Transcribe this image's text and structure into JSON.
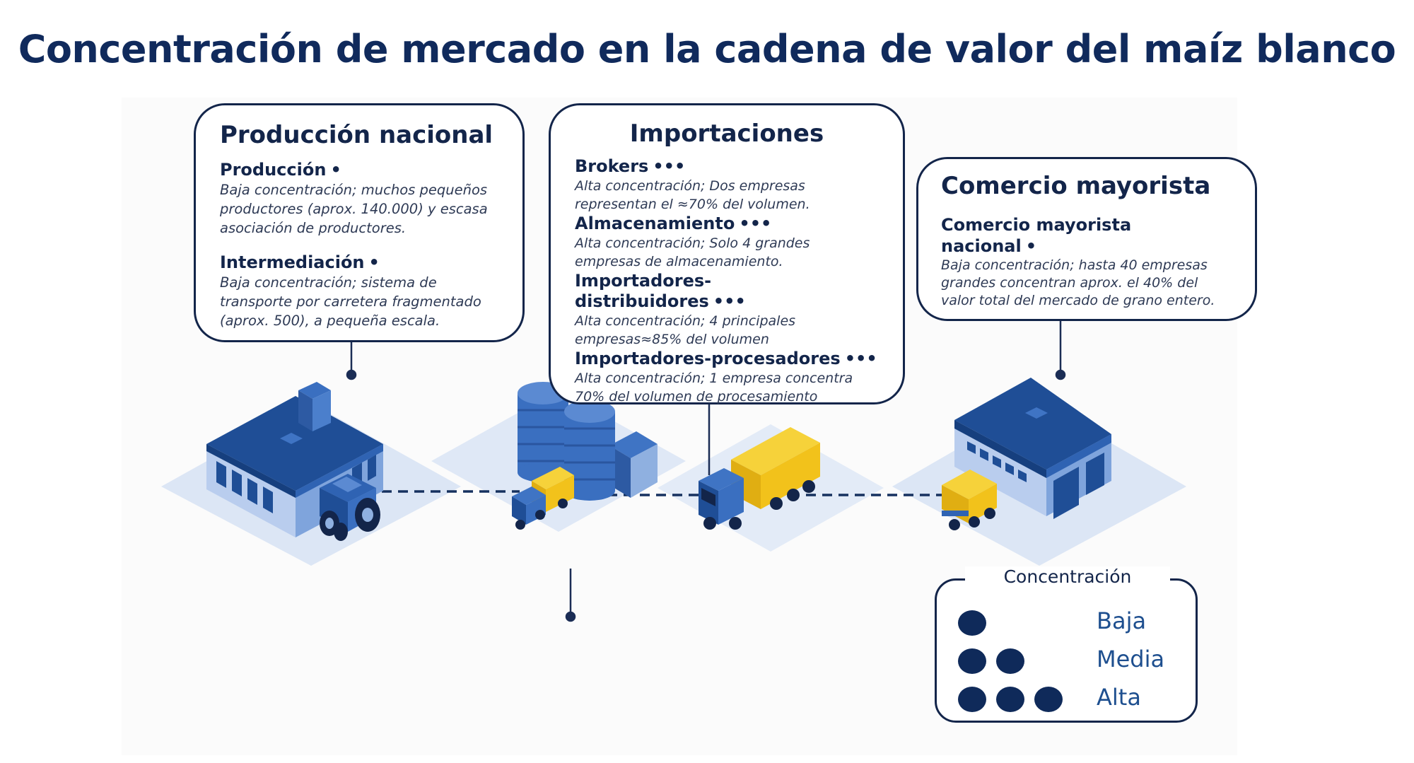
{
  "title": "Concentración de mercado en la cadena de valor del maíz blanco",
  "colors": {
    "navy": "#13254a",
    "blue_dark": "#1f4e96",
    "blue_mid": "#3a6fc0",
    "blue_light": "#8fb0e0",
    "blue_wall": "#b9cdee",
    "yellow": "#f2c21b",
    "ground": "#dce6f5"
  },
  "cards": {
    "produccion": {
      "title": "Producción nacional",
      "sections": [
        {
          "name": "Producción",
          "dots": "•",
          "desc": "Baja concentración; muchos pequeños productores (aprox. 140.000) y escasa asociación de productores."
        },
        {
          "name": "Intermediación",
          "dots": "•",
          "desc": "Baja concentración; sistema de transporte por carretera fragmentado (aprox. 500), a pequeña escala."
        }
      ]
    },
    "importaciones": {
      "title": "Importaciones",
      "sections": [
        {
          "name": "Brokers",
          "dots": "•••",
          "desc": "Alta concentración; Dos empresas representan el ≈70% del volumen."
        },
        {
          "name": "Almacenamiento",
          "dots": "•••",
          "desc": "Alta concentración; Solo 4 grandes empresas de almacenamiento."
        },
        {
          "name": "Importadores-distribuidores",
          "dots": "•••",
          "desc": "Alta concentración; 4 principales empresas≈85% del volumen"
        },
        {
          "name": "Importadores-procesadores",
          "dots": "•••",
          "desc": "Alta concentración; 1 empresa concentra 70% del volumen de procesamiento"
        }
      ]
    },
    "comercio": {
      "title": "Comercio mayorista",
      "sections": [
        {
          "name": "Comercio mayorista nacional",
          "dots": "•",
          "desc": "Baja concentración; hasta 40 empresas grandes concentran aprox. el 40% del valor total del mercado de grano entero."
        }
      ]
    }
  },
  "legend": {
    "title": "Concentración",
    "items": [
      {
        "label": "Baja",
        "dots": 1
      },
      {
        "label": "Media",
        "dots": 2
      },
      {
        "label": "Alta",
        "dots": 3
      }
    ]
  }
}
